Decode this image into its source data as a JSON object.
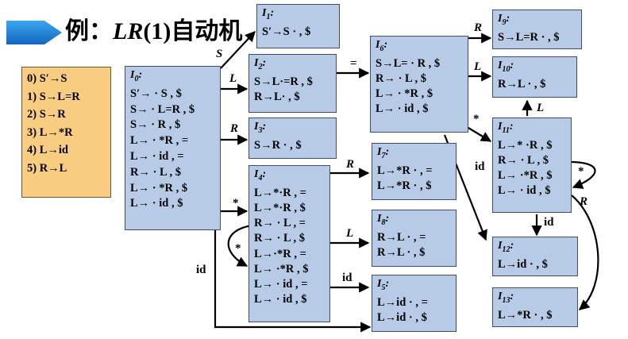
{
  "title": {
    "prefix": "例：",
    "italic": "LR",
    "mid": "(1)",
    "suffix": "自动机"
  },
  "grammar": [
    "0) S′→S",
    "1) S→L=R",
    "2) S→R",
    "3) L→*R",
    "4) L→id",
    "5) R→L"
  ],
  "states": {
    "I0": {
      "name": "I0:",
      "items": [
        "S′→ · S , $",
        "S→ · L=R , $",
        "S→ · R , $",
        "L→ · *R , =",
        "L→ · id , =",
        "R→ · L , $",
        "L→ · *R , $",
        "L→ · id , $"
      ]
    },
    "I1": {
      "name": "I1:",
      "items": [
        "S′→S · , $"
      ]
    },
    "I2": {
      "name": "I2:",
      "items": [
        "S→L·=R , $",
        "R→L· , $"
      ]
    },
    "I3": {
      "name": "I3:",
      "items": [
        "S→R · , $"
      ]
    },
    "I4": {
      "name": "I4:",
      "items": [
        "L→*·R , =",
        "L→*·R , $",
        "R→ · L , =",
        "R→ · L , $",
        "L→·*R , =",
        "L→ ·*R , $",
        "L→ · id , =",
        "L→ · id , $"
      ]
    },
    "I5": {
      "name": "I5:",
      "items": [
        "L→id · , =",
        "L→id · , $"
      ]
    },
    "I6": {
      "name": "I6:",
      "items": [
        "S→L= · R , $",
        "R→ · L , $",
        "L→ · *R , $",
        "L→ · id , $"
      ]
    },
    "I7": {
      "name": "I7:",
      "items": [
        "L→*R · , =",
        "L→*R · , $"
      ]
    },
    "I8": {
      "name": "I8:",
      "items": [
        "R→L · , =",
        "R→L · , $"
      ]
    },
    "I9": {
      "name": "I9:",
      "items": [
        "S→L=R · , $"
      ]
    },
    "I10": {
      "name": "I10:",
      "items": [
        "R→L · , $"
      ]
    },
    "I11": {
      "name": "I11:",
      "items": [
        "L→* ·R , $",
        "R→ · L , $",
        "L→ ·*R , $",
        "L→ · id , $"
      ]
    },
    "I12": {
      "name": "I12:",
      "items": [
        "L→id · , $"
      ]
    },
    "I13": {
      "name": "I13:",
      "items": [
        "L→*R · , $"
      ]
    }
  },
  "edge_labels": {
    "i0_i1": "S",
    "i0_i2": "L",
    "i0_i3": "R",
    "i0_i4": "*",
    "i0_i5": "id",
    "i2_i6": "=",
    "i4_i4": "*",
    "i4_i7": "R",
    "i4_i8": "L",
    "i4_i5": "id",
    "i6_i9": "R",
    "i6_i10": "L",
    "i6_i11": "*",
    "i6_i12": "id",
    "i11_i10": "L",
    "i11_i11": "*",
    "i11_i12": "id",
    "i11_i13": "R"
  },
  "colors": {
    "state_fill": "#b7cbe6",
    "grammar_fill": "#f9cd81",
    "title_arrow": "#1f7fd6"
  }
}
